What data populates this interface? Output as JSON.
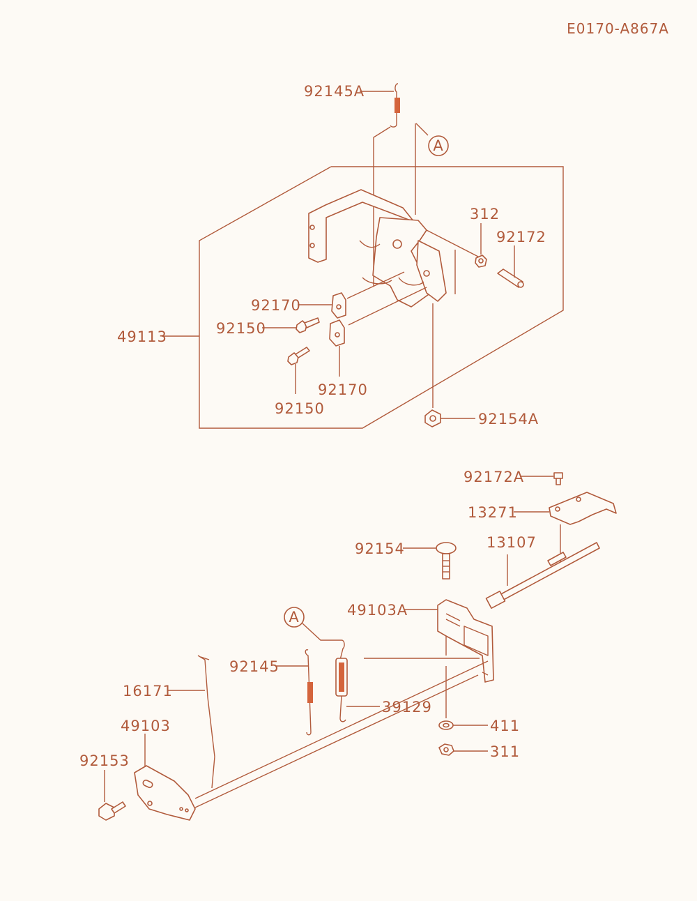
{
  "drawing_code": "E0170-A867A",
  "callout_a": "A",
  "parts": {
    "p92145A": "92145A",
    "p312": "312",
    "p92172": "92172",
    "p92170_top": "92170",
    "p92150_top": "92150",
    "p49113": "49113",
    "p92170_bottom": "92170",
    "p92150_bottom": "92150",
    "p92154A": "92154A",
    "p92172A": "92172A",
    "p13271": "13271",
    "p92154": "92154",
    "p13107": "13107",
    "p49103A": "49103A",
    "p92145": "92145",
    "p16171": "16171",
    "p39129": "39129",
    "p49103": "49103",
    "p92153": "92153",
    "p411": "411",
    "p311": "311"
  },
  "colors": {
    "line": "#b15b3c",
    "accent": "#d4643c",
    "paper": "#fdfaf5"
  }
}
